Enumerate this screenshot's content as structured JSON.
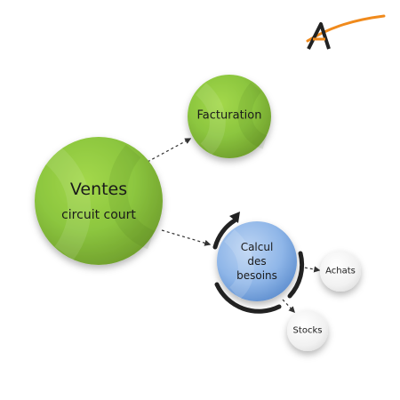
{
  "nodes": {
    "ventes": {
      "line1": "Ventes",
      "line2": "circuit court",
      "color": "#8bc53f"
    },
    "facturation": {
      "label": "Facturation",
      "color": "#8bc53f"
    },
    "calcul": {
      "line1": "Calcul",
      "line2": "des",
      "line3": "besoins",
      "color": "#8fb6e8"
    },
    "achats": {
      "label": "Achats",
      "color": "#f3f3f3"
    },
    "stocks": {
      "label": "Stocks",
      "color": "#f3f3f3"
    }
  },
  "logo": {
    "icon": "stylized-a-swoosh-logo",
    "accent": "#f08a1c",
    "dark": "#222222"
  },
  "edges": [
    {
      "from": "Ventes circuit court",
      "to": "Facturation",
      "style": "dashed-arrow"
    },
    {
      "from": "Ventes circuit court",
      "to": "Calcul des besoins",
      "style": "dashed-arrow"
    },
    {
      "from": "Calcul des besoins",
      "to": "Achats",
      "style": "dashed-arrow"
    },
    {
      "from": "Calcul des besoins",
      "to": "Stocks",
      "style": "dashed-arrow"
    }
  ]
}
